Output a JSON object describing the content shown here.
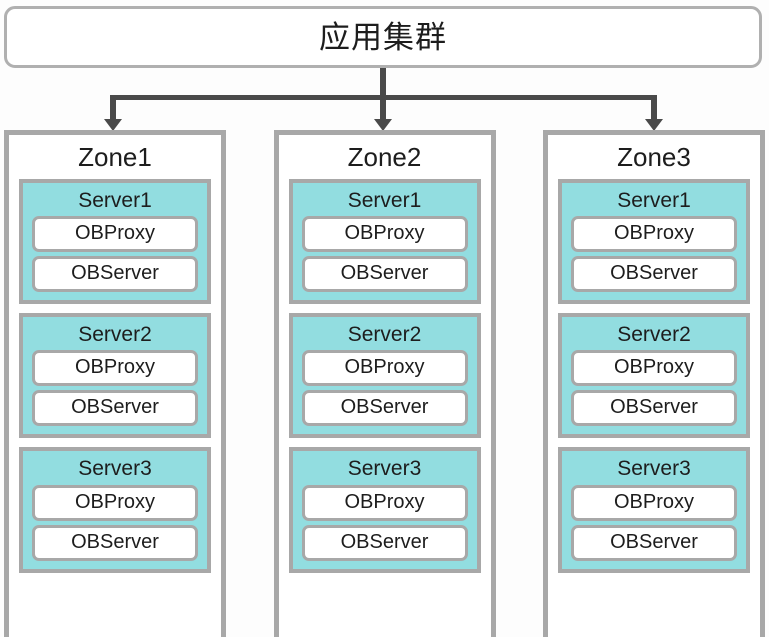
{
  "diagram": {
    "type": "architecture-hierarchy",
    "background_color": "#fdfdfd",
    "accent_color": "#92dde0",
    "border_color": "#a8a8a8",
    "connector_color": "#4a4a4a",
    "root": {
      "label": "应用集群"
    },
    "connector": {
      "style": "orthogonal-fan-out",
      "arrow_count": 3,
      "arrowhead": "solid-triangle-down"
    },
    "zones": [
      {
        "label": "Zone1",
        "servers": [
          {
            "label": "Server1",
            "components": [
              "OBProxy",
              "OBServer"
            ]
          },
          {
            "label": "Server2",
            "components": [
              "OBProxy",
              "OBServer"
            ]
          },
          {
            "label": "Server3",
            "components": [
              "OBProxy",
              "OBServer"
            ]
          }
        ]
      },
      {
        "label": "Zone2",
        "servers": [
          {
            "label": "Server1",
            "components": [
              "OBProxy",
              "OBServer"
            ]
          },
          {
            "label": "Server2",
            "components": [
              "OBProxy",
              "OBServer"
            ]
          },
          {
            "label": "Server3",
            "components": [
              "OBProxy",
              "OBServer"
            ]
          }
        ]
      },
      {
        "label": "Zone3",
        "servers": [
          {
            "label": "Server1",
            "components": [
              "OBProxy",
              "OBServer"
            ]
          },
          {
            "label": "Server2",
            "components": [
              "OBProxy",
              "OBServer"
            ]
          },
          {
            "label": "Server3",
            "components": [
              "OBProxy",
              "OBServer"
            ]
          }
        ]
      }
    ]
  }
}
